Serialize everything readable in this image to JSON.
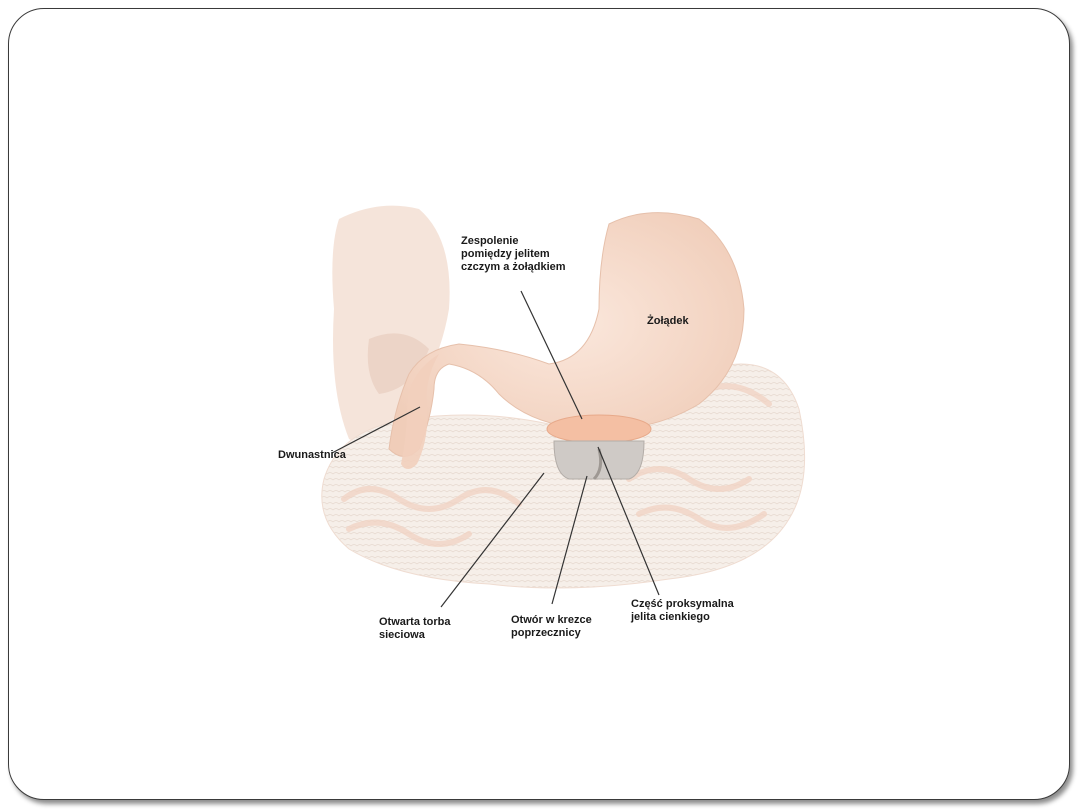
{
  "labels": {
    "anastomosis": "Zespolenie\npomiędzy jelitem\nczczym a żołądkiem",
    "stomach": "Żołądek",
    "duodenum": "Dwunastnica",
    "omental_bursa": "Otwarta torba\nsieciowa",
    "mesocolon_opening": "Otwór w krezce\npoprzecznicy",
    "jejunum": "Część proksymalna\njelita cienkiego"
  },
  "colors": {
    "organ_fill": "#f7ddd0",
    "organ_shadow": "#edc4b0",
    "omentum": "#f3ece6",
    "leader_line": "#333333"
  }
}
